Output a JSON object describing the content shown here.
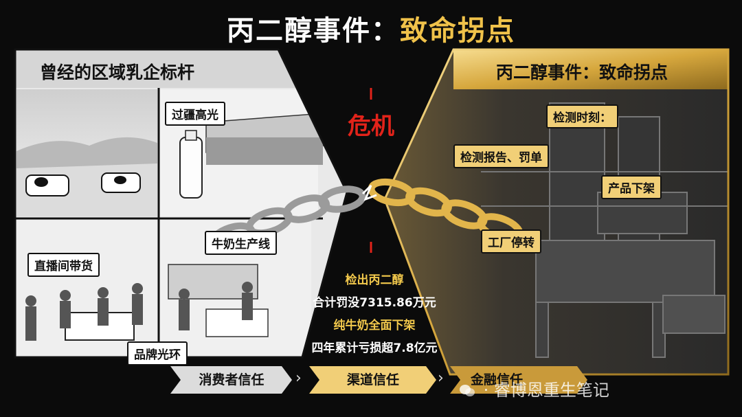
{
  "title": {
    "part1": "丙二醇事件：",
    "part2": "致命拐点"
  },
  "left": {
    "heading": "曾经的区域乳企标杆",
    "tags": {
      "prime": "过疆高光",
      "milkline": "牛奶生产线",
      "livestream": "直播间带货",
      "halo": "品牌光环"
    }
  },
  "center": {
    "crisis": "危机",
    "facts": [
      "检出丙二醇",
      "合计罚没7315.86万元",
      "纯牛奶全面下架",
      "四年累计亏损超7.8亿元"
    ]
  },
  "right": {
    "heading": "丙二醇事件：致命拐点",
    "tags": {
      "moment": "检测时刻：",
      "report": "检测报告、罚单",
      "offshelf": "产品下架",
      "shutdown": "工厂停转"
    }
  },
  "trust_chain": [
    "消费者信任",
    "渠道信任",
    "金融信任"
  ],
  "watermark": "· 睿博恩重生笔记",
  "colors": {
    "gold": "#f0c24a",
    "crisis_red": "#e2231a",
    "background": "#0b0b0b"
  }
}
